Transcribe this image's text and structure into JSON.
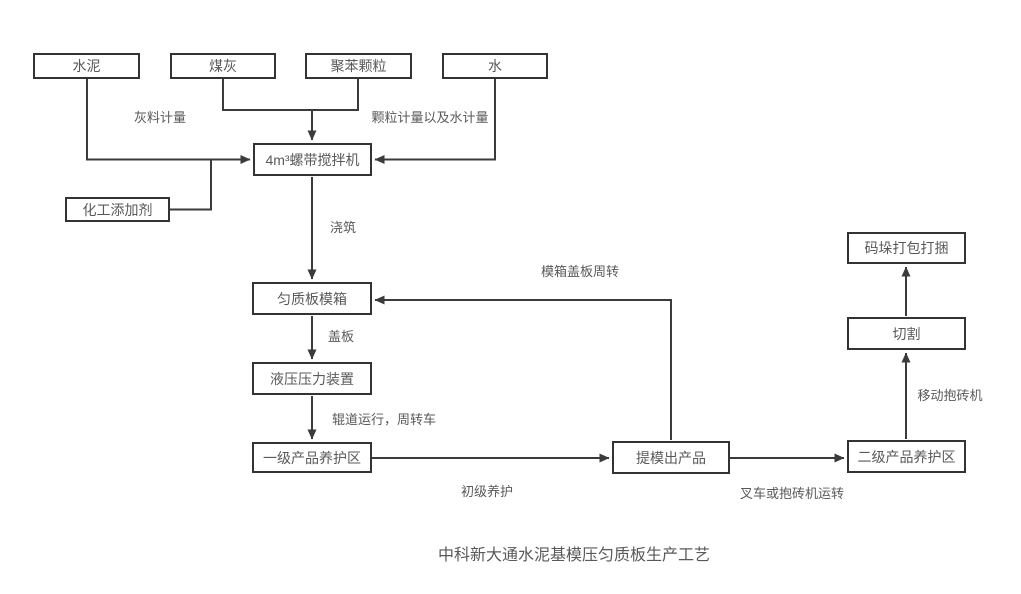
{
  "title": "中科新大通水泥基模压匀质板生产工艺",
  "colors": {
    "background": "#ffffff",
    "node_border": "#333333",
    "connector": "#3b3b3b",
    "text": "#595959"
  },
  "nodes": {
    "cement": {
      "label": "水泥"
    },
    "coal_ash": {
      "label": "煤灰"
    },
    "polystyrene": {
      "label": "聚苯颗粒"
    },
    "water": {
      "label": "水"
    },
    "mixer": {
      "label": "4m³螺带搅拌机"
    },
    "additive": {
      "label": "化工添加剂"
    },
    "mold_box": {
      "label": "匀质板模箱"
    },
    "hydraulic": {
      "label": "液压压力装置"
    },
    "curing1": {
      "label": "一级产品养护区"
    },
    "demold": {
      "label": "提模出产品"
    },
    "curing2": {
      "label": "二级产品养护区"
    },
    "cutting": {
      "label": "切割"
    },
    "palletize": {
      "label": "码垛打包打捆"
    }
  },
  "edge_labels": {
    "ash_metering": "灰料计量",
    "particle_water_metering": "颗粒计量以及水计量",
    "pouring": "浇筑",
    "mold_cover_turnover": "模箱盖板周转",
    "cover_plate": "盖板",
    "roller_run": "辊道运行，周转车",
    "primary_curing": "初级养护",
    "forklift_transfer": "叉车或抱砖机运转",
    "mobile_brick_clamp": "移动抱砖机"
  },
  "edges": [
    {
      "from": "水泥",
      "to": "4m³螺带搅拌机",
      "label": "灰料计量"
    },
    {
      "from": "煤灰",
      "to": "4m³螺带搅拌机",
      "label": "颗粒计量以及水计量"
    },
    {
      "from": "聚苯颗粒",
      "to": "4m³螺带搅拌机",
      "label": "颗粒计量以及水计量"
    },
    {
      "from": "水",
      "to": "4m³螺带搅拌机",
      "label": "颗粒计量以及水计量"
    },
    {
      "from": "化工添加剂",
      "to": "4m³螺带搅拌机",
      "label": ""
    },
    {
      "from": "4m³螺带搅拌机",
      "to": "匀质板模箱",
      "label": "浇筑"
    },
    {
      "from": "匀质板模箱",
      "to": "液压压力装置",
      "label": "盖板"
    },
    {
      "from": "液压压力装置",
      "to": "一级产品养护区",
      "label": "辊道运行，周转车"
    },
    {
      "from": "一级产品养护区",
      "to": "提模出产品",
      "label": "初级养护"
    },
    {
      "from": "提模出产品",
      "to": "二级产品养护区",
      "label": "叉车或抱砖机运转"
    },
    {
      "from": "提模出产品",
      "to": "匀质板模箱",
      "label": "模箱盖板周转"
    },
    {
      "from": "二级产品养护区",
      "to": "切割",
      "label": "移动抱砖机"
    },
    {
      "from": "切割",
      "to": "码垛打包打捆",
      "label": ""
    }
  ]
}
